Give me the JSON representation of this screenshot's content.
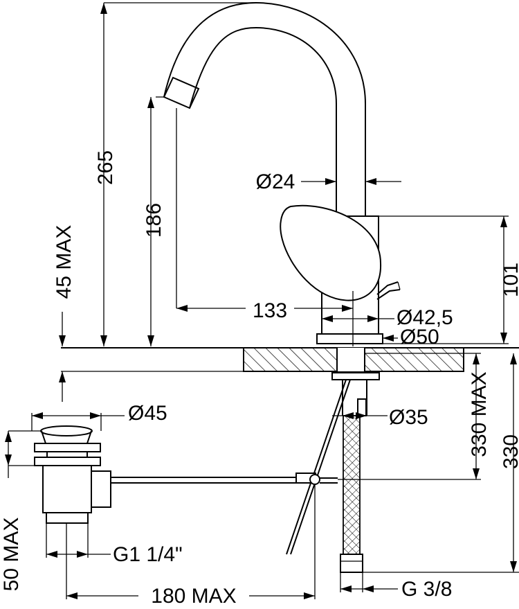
{
  "dimensions": {
    "height_total": "265",
    "spout_height": "186",
    "deck_max": "45 MAX",
    "body_height": "101",
    "spout_reach": "133",
    "spout_diameter": "Ø24",
    "body_diameter": "Ø42,5",
    "base_diameter": "Ø50",
    "hole_diameter": "Ø35",
    "waste_diameter": "Ø45",
    "hose_length_max": "330 MAX",
    "hose_length": "330",
    "waste_depth_max": "50 MAX",
    "waste_thread": "G1 1/4\"",
    "rod_length_max": "180 MAX",
    "hose_thread": "G 3/8"
  }
}
